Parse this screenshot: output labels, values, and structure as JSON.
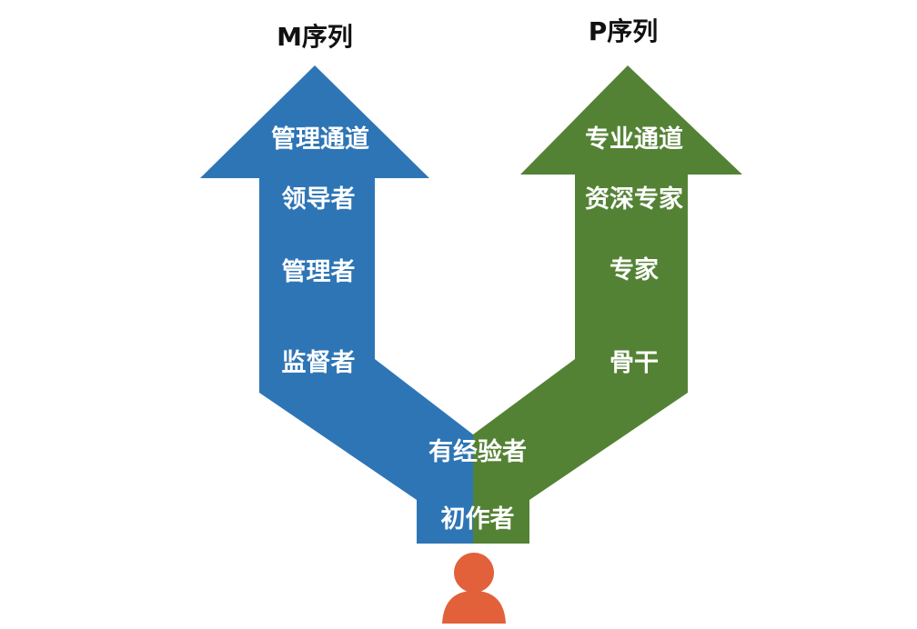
{
  "left": {
    "title": "M序列",
    "channel": "管理通道",
    "levels": [
      "领导者",
      "管理者",
      "监督者"
    ],
    "color": "#2e75b6"
  },
  "right": {
    "title": "P序列",
    "channel": "专业通道",
    "levels": [
      "资深专家",
      "专家",
      "骨干"
    ],
    "color": "#548235"
  },
  "base": {
    "levels": [
      "有经验者",
      "初作者"
    ]
  },
  "person": {
    "icon": "person-icon",
    "color": "#e2603a"
  }
}
